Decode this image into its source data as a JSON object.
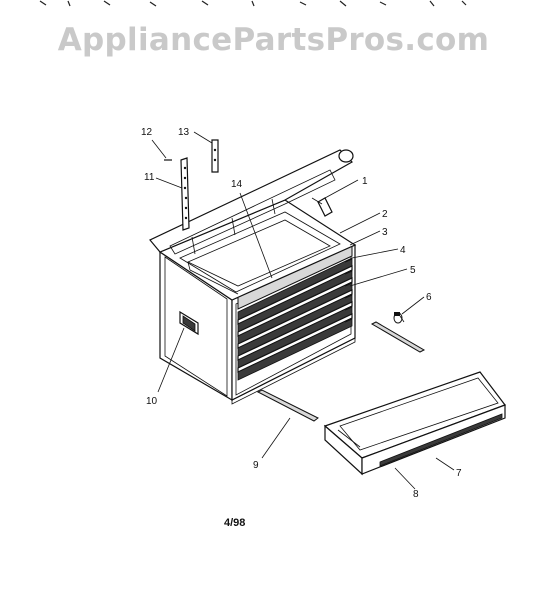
{
  "watermark": "AppliancePartsPros.com",
  "date_code": "4/98",
  "callouts": [
    {
      "id": "c1",
      "label": "1"
    },
    {
      "id": "c2",
      "label": "2"
    },
    {
      "id": "c3",
      "label": "3"
    },
    {
      "id": "c4",
      "label": "4"
    },
    {
      "id": "c5",
      "label": "5"
    },
    {
      "id": "c6",
      "label": "6"
    },
    {
      "id": "c7",
      "label": "7"
    },
    {
      "id": "c8",
      "label": "8"
    },
    {
      "id": "c9",
      "label": "9"
    },
    {
      "id": "c10",
      "label": "10"
    },
    {
      "id": "c11",
      "label": "11"
    },
    {
      "id": "c12",
      "label": "12"
    },
    {
      "id": "c13",
      "label": "13"
    },
    {
      "id": "c14",
      "label": "14"
    }
  ]
}
